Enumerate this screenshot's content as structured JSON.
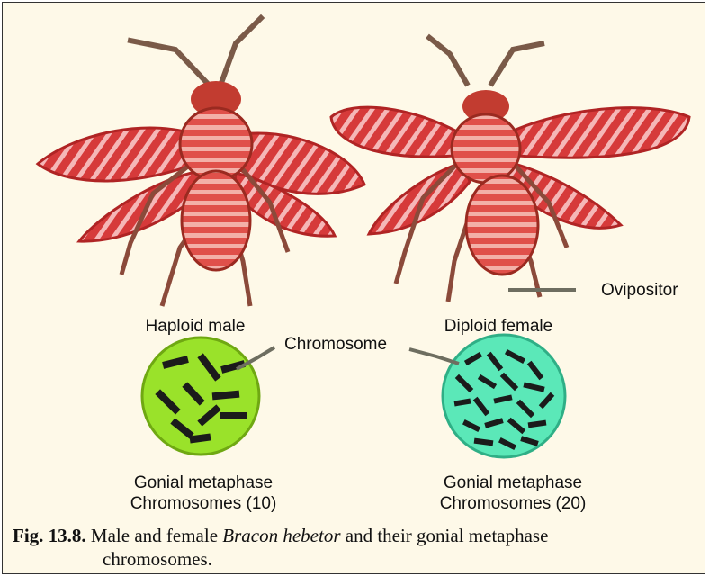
{
  "labels": {
    "haploid_male": "Haploid male",
    "diploid_female": "Diploid female",
    "ovipositor": "Ovipositor",
    "chromosome": "Chromosome",
    "gonial_male_line1": "Gonial metaphase",
    "gonial_male_line2": "Chromosomes (10)",
    "gonial_female_line1": "Gonial metaphase",
    "gonial_female_line2": "Chromosomes (20)"
  },
  "caption": {
    "fig_number": "Fig. 13.8.",
    "text_before": "Male and female",
    "species": "Bracon hebetor",
    "text_after": "and their gonial metaphase",
    "text_line2": "chromosomes."
  },
  "colors": {
    "background": "#FEF9E8",
    "wing_red": "#D63A3A",
    "wing_pink": "#F2A8A8",
    "body_dark": "#6B2B1E",
    "male_cell": "#9AE22A",
    "female_cell": "#5BE8B8",
    "chromosome": "#1B1B1B",
    "leader": "#6E6E60"
  }
}
